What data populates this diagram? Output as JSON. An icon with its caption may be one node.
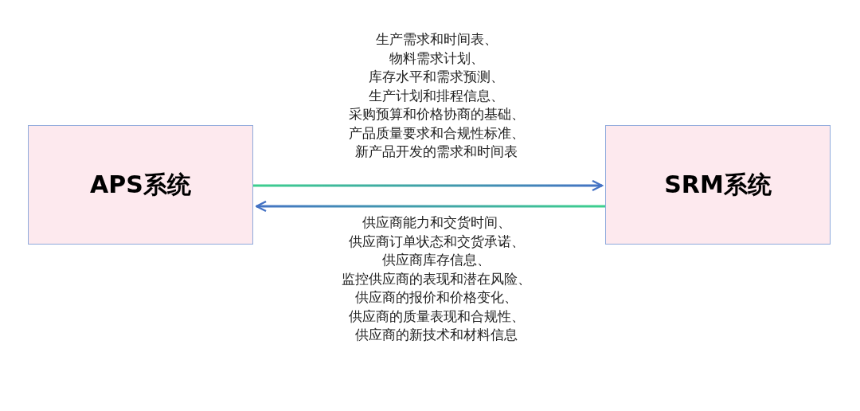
{
  "diagram": {
    "nodes": [
      {
        "text": [
          "APS系统"
        ]
      },
      {
        "text": [
          "SRM系统"
        ]
      }
    ],
    "edges": [
      {
        "from": 0,
        "to": 1,
        "arrow": "to",
        "label": "生产需求和时间表、物料需求计划、库存水平和需求预测、生产计划和排程信息、采购预算和价格协商的基础、产品质量要求和合规性标准、新产品开发的需求和时间表"
      },
      {
        "from": 1,
        "to": 0,
        "arrow": "to",
        "label": "供应商能力和交货时间、供应商订单状态和交货承诺、供应商库存信息、监控供应商的表现和潜在风险、供应商的报价和价格变化、供应商的质量表现和合规性、供应商的新技术和材料信息"
      }
    ]
  }
}
